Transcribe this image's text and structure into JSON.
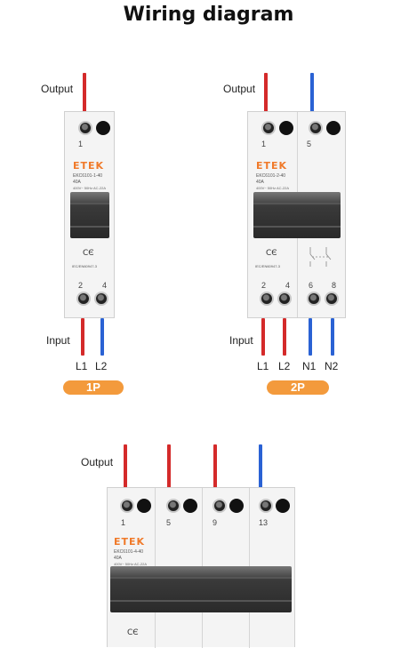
{
  "title": "Wiring diagram",
  "brand": "ETEK",
  "label_output": "Output",
  "label_input": "Input",
  "colors": {
    "live": "#d42a2a",
    "neutral": "#2a62d4",
    "badge": "#f39a3c"
  },
  "breakers": [
    {
      "badge": "1P",
      "model": "EKC6101-1-40",
      "rating": "40A",
      "spec": "400V~ 50Hz  AC-22A",
      "standard": "IEC/EN60947-3",
      "top_terminals": [
        "1"
      ],
      "bottom_terminals": [
        "2",
        "4"
      ],
      "inputs": [
        "L1",
        "L2"
      ]
    },
    {
      "badge": "2P",
      "model": "EKC6101-2-40",
      "rating": "40A",
      "spec": "400V~ 50Hz  AC-22A",
      "standard": "IEC/EN60947-3",
      "top_terminals": [
        "1",
        "5"
      ],
      "bottom_terminals": [
        "2",
        "4",
        "6",
        "8"
      ],
      "inputs": [
        "L1",
        "L2",
        "N1",
        "N2"
      ]
    },
    {
      "model": "EKC6101-4-40",
      "rating": "40A",
      "spec": "400V~ 50Hz  AC-22A",
      "top_terminals": [
        "1",
        "5",
        "9",
        "13"
      ]
    }
  ]
}
